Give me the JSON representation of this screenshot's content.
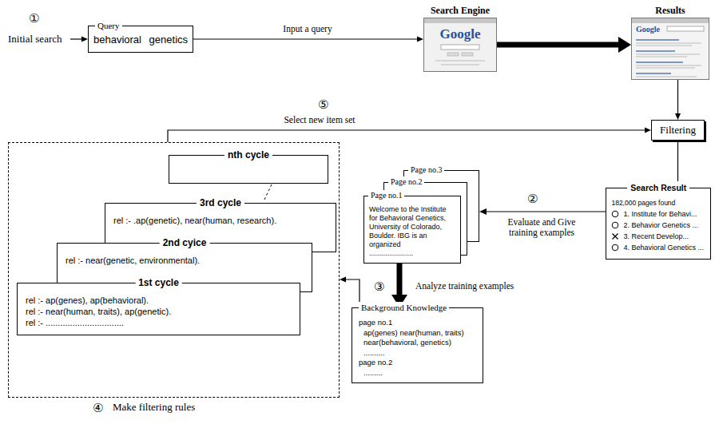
{
  "diagram": {
    "nodes": [
      {
        "text": [
          "Query",
          "behavioral genetics"
        ]
      },
      {
        "text": [
          "Search Engine",
          "Google"
        ]
      },
      {
        "text": [
          "Results",
          "Google"
        ]
      },
      {
        "text": [
          "Filtering"
        ]
      },
      {
        "text": [
          "Search Result",
          "182,000 pages found",
          "1. Institute for Behavi...",
          "2. Behavior Genetics ...",
          "3. Recent Develop...",
          "4. Behavioral Genetics ..."
        ]
      },
      {
        "text": [
          "Page no.3"
        ]
      },
      {
        "text": [
          "Page no.2"
        ]
      },
      {
        "text": [
          "Page no.1",
          "Welcome to the Institute for Behavioral Genetics, University of Colorado, Boulder. IBG is an organized",
          "......................"
        ]
      },
      {
        "text": [
          "Background Knowledge",
          "page no.1",
          "ap(genes) near(human, traits)",
          "near(behavioral, genetics)",
          "..........",
          "page no.2",
          "........."
        ]
      },
      {
        "text": [
          "Make filtering rules"
        ]
      },
      {
        "text": [
          "nth cycle"
        ],
        "in": 9
      },
      {
        "text": [
          "3rd cycle",
          "rel :- .ap(genetic), near(human, research)."
        ],
        "in": 9
      },
      {
        "text": [
          "2nd cyice",
          "rel :- near(genetic, environmental)."
        ],
        "in": 9
      },
      {
        "text": [
          "1st cycle",
          "rel :- ap(genes), ap(behavioral).",
          "rel :- near(human, traits), ap(genetic).",
          "rel :- ................................"
        ],
        "in": 9
      }
    ],
    "edges": [
      {
        "from": 0,
        "to": 1,
        "arrow": "to",
        "label": "Input a query"
      },
      {
        "from": 1,
        "to": 2,
        "arrow": "to"
      },
      {
        "from": 2,
        "to": 3,
        "arrow": "to"
      },
      {
        "from": 3,
        "to": 4,
        "arrow": "to"
      },
      {
        "from": 4,
        "to": 5,
        "arrow": "to",
        "label": "Evaluate and Give training examples"
      },
      {
        "from": 7,
        "to": 8,
        "arrow": "to",
        "label": "Analyze training examples"
      },
      {
        "from": 8,
        "to": 9,
        "arrow": "to"
      },
      {
        "from": 9,
        "to": 3,
        "arrow": "to",
        "label": "Select new item set"
      }
    ],
    "labels": [
      "①",
      "Initial search",
      "⑤",
      "②",
      "③",
      "④"
    ]
  }
}
